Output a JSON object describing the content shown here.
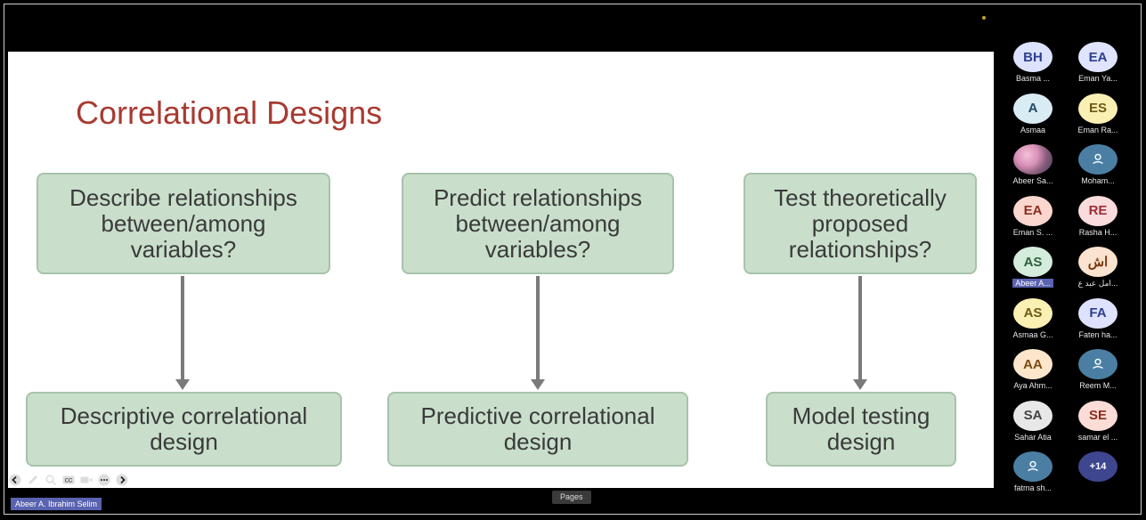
{
  "slide": {
    "title": "Correlational Designs",
    "questions": [
      "Describe relationships between/among variables?",
      "Predict relationships between/among variables?",
      "Test theoretically proposed relationships?"
    ],
    "designs": [
      "Descriptive correlational design",
      "Predictive correlational design",
      "Model testing design"
    ]
  },
  "presenter_label": "Abeer A. Ibrahim Selim",
  "pages_button": "Pages",
  "toolbar_icons": [
    "back-icon",
    "pen-icon",
    "zoom-icon",
    "captions-icon",
    "video-icon",
    "more-icon",
    "forward-icon"
  ],
  "participants": [
    {
      "initials": "BH",
      "name": "Basma ...",
      "bg": "#dde3ff",
      "fg": "#2c3f8f"
    },
    {
      "initials": "EA",
      "name": "Eman Ya...",
      "bg": "#e0e4ff",
      "fg": "#2c3f8f"
    },
    {
      "initials": "A",
      "name": "Asmaa",
      "bg": "#d9ecf4",
      "fg": "#1f4a60"
    },
    {
      "initials": "ES",
      "name": "Eman Ra...",
      "bg": "#fbf0b4",
      "fg": "#6b5a10"
    },
    {
      "initials": "",
      "name": "Abeer Sa...",
      "photo": true
    },
    {
      "initials": "",
      "name": "Moham...",
      "bg": "#4a7fa3",
      "fg": "#fff",
      "generic": true
    },
    {
      "initials": "EA",
      "name": "Eman S. ...",
      "bg": "#fbd6cf",
      "fg": "#8a2e1f"
    },
    {
      "initials": "RE",
      "name": "Rasha H...",
      "bg": "#fbdcdc",
      "fg": "#9a2d3a"
    },
    {
      "initials": "AS",
      "name": "Abeer A...",
      "bg": "#d4ecdc",
      "fg": "#2f5f3f",
      "highlight": true
    },
    {
      "initials": "اش",
      "name": "امل عبد ع...",
      "bg": "#fbe3cf",
      "fg": "#7a3a12"
    },
    {
      "initials": "AS",
      "name": "Asmaa G...",
      "bg": "#fbf0b4",
      "fg": "#6b5a10"
    },
    {
      "initials": "FA",
      "name": "Faten ha...",
      "bg": "#dfe2ff",
      "fg": "#2c3f8f"
    },
    {
      "initials": "AA",
      "name": "Aya Ahm...",
      "bg": "#fbe6cc",
      "fg": "#7a4a10"
    },
    {
      "initials": "",
      "name": "Reem M...",
      "bg": "#4a7fa3",
      "fg": "#fff",
      "generic": true
    },
    {
      "initials": "SA",
      "name": "Sahar Atia",
      "bg": "#e8e8e8",
      "fg": "#444"
    },
    {
      "initials": "SE",
      "name": "samar el ...",
      "bg": "#fbdcd6",
      "fg": "#8a2e1f"
    },
    {
      "initials": "",
      "name": "fatma sh...",
      "bg": "#4a7fa3",
      "fg": "#fff",
      "generic": true
    },
    {
      "initials": "+14",
      "name": "",
      "bg": "#3e4690",
      "fg": "#fff",
      "more": true
    }
  ]
}
